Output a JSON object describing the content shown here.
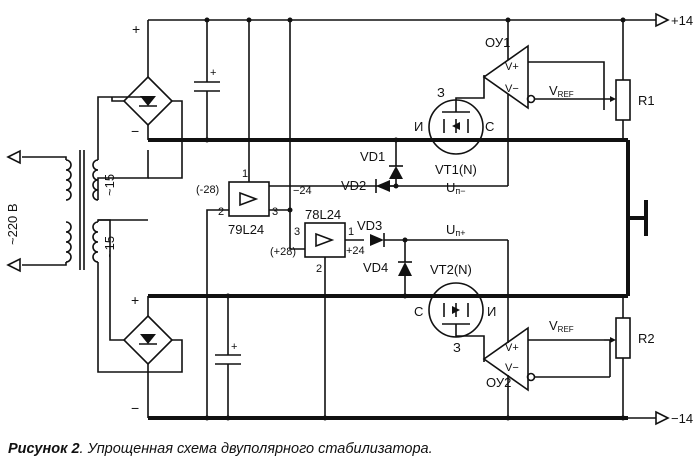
{
  "diagram": {
    "outputs": {
      "plus": "+14",
      "minus": "−14"
    },
    "mains": "~220 В",
    "secondary_top": "~15",
    "secondary_bottom": "~15",
    "op_amp_top": {
      "name": "ОУ1",
      "in_plus": "V+",
      "in_minus": "V−",
      "ref": "V",
      "ref_sub": "REF",
      "pin": "3"
    },
    "op_amp_bottom": {
      "name": "ОУ2",
      "in_plus": "V+",
      "in_minus": "V−",
      "ref": "V",
      "ref_sub": "REF",
      "pin": "3"
    },
    "resistors": {
      "r1": "R1",
      "r2": "R2"
    },
    "transistor_top": {
      "name": "VT1(N)",
      "gate": "З",
      "source": "И",
      "drain": "С"
    },
    "transistor_bottom": {
      "name": "VT2(N)",
      "gate": "З",
      "source": "И",
      "drain": "С"
    },
    "diodes": {
      "vd1": "VD1",
      "vd2": "VD2",
      "vd3": "VD3",
      "vd4": "VD4"
    },
    "u_minus": {
      "main": "U",
      "sub": "п−"
    },
    "u_plus": {
      "main": "U",
      "sub": "п+"
    },
    "reg_neg": {
      "name": "79L24",
      "pin1": "1",
      "pin2": "2",
      "pin3": "3",
      "in_v": "(-28)",
      "out_v": "−24"
    },
    "reg_pos": {
      "name": "78L24",
      "pin1": "1",
      "pin2": "2",
      "pin3": "3",
      "in_v": "(+28)",
      "out_v": "+24"
    },
    "plus_sign": "+",
    "minus_sign": "−"
  },
  "caption": {
    "label": "Рисунок 2",
    "text": ". Упрощенная схема двуполярного стабилизатора."
  }
}
